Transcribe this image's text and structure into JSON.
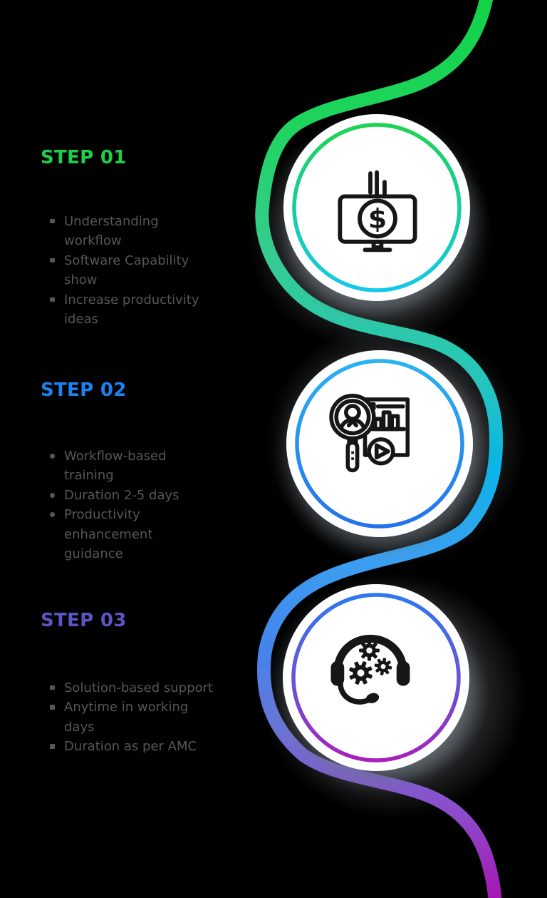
{
  "background_color": "#000000",
  "body_text_color": "#55565a",
  "flow_line": {
    "description": "serpentine-gradient-line",
    "gradient": [
      "#12d247",
      "#1ed45c",
      "#35cd90",
      "#27c6bb",
      "#0ab5e8",
      "#3aa0f2",
      "#4584ec",
      "#6d72d4",
      "#8b4ecb",
      "#a518b5"
    ]
  },
  "steps": [
    {
      "label": "STEP 01",
      "color": "#1fce48",
      "ring_gradient": [
        "#1ed254",
        "#12c9e9"
      ],
      "icon": "monitor-dollar-icon",
      "bullet_style": "square",
      "items": [
        "Understanding\nworkflow",
        "Software Capability\nshow",
        "Increase productivity\nideas"
      ]
    },
    {
      "label": "STEP 02",
      "color": "#1b82f0",
      "ring_gradient": [
        "#29b3f3",
        "#2472ea"
      ],
      "icon": "search-person-analytics-icon",
      "bullet_style": "round",
      "items": [
        "Workflow-based\ntraining",
        "Duration 2-5 days",
        "Productivity\nenhancement\nguidance"
      ]
    },
    {
      "label": "STEP 03",
      "color": "#5a55c2",
      "ring_gradient": [
        "#2e77f2",
        "#6b52d6",
        "#a81fbe"
      ],
      "icon": "support-headset-gears-icon",
      "bullet_style": "square",
      "items": [
        "Solution-based support",
        "Anytime in working\ndays",
        "Duration as per AMC"
      ]
    }
  ]
}
